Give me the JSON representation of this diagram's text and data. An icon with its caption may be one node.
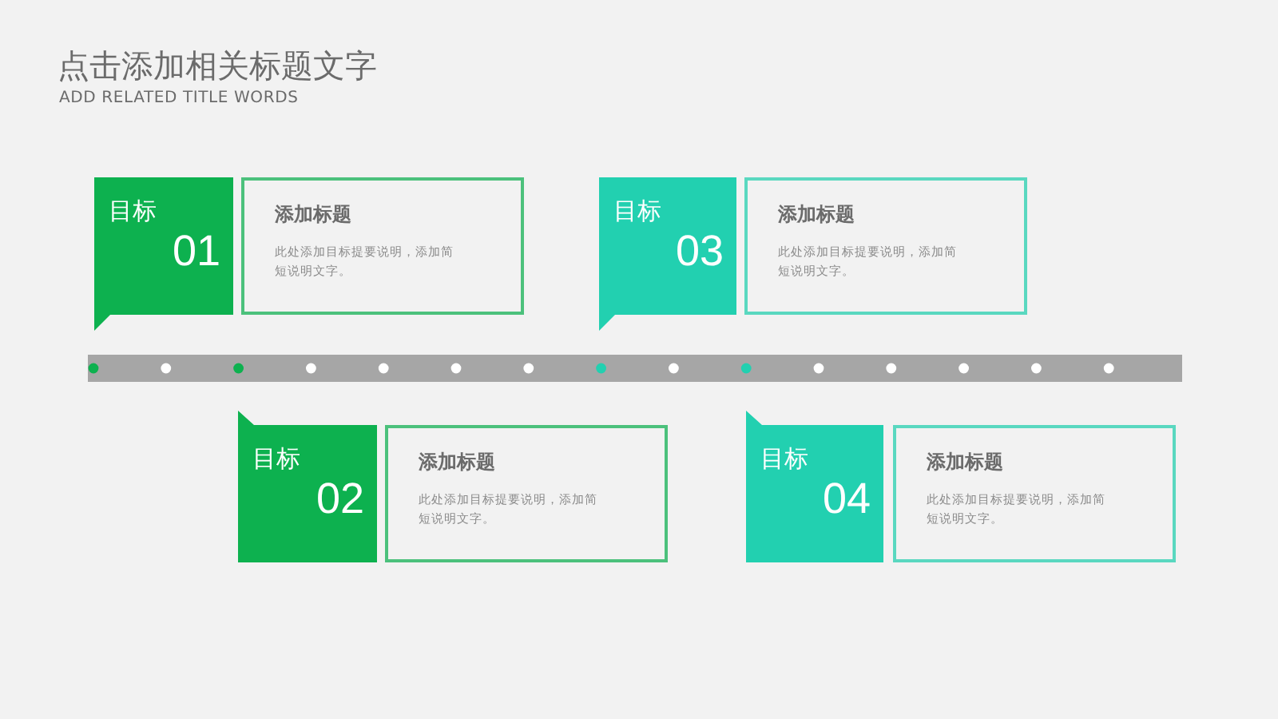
{
  "diagram": {
    "title": "点击添加相关标题文字",
    "nodes": [
      {
        "text": [
          "目标",
          "01"
        ]
      },
      {
        "text": [
          "添加标题",
          "此处添加目标提要说明，添加简短说明文字。"
        ]
      },
      {
        "text": [
          "目标",
          "02"
        ]
      },
      {
        "text": [
          "添加标题",
          "此处添加目标提要说明，添加简短说明文字。"
        ]
      },
      {
        "text": [
          "目标",
          "03"
        ]
      },
      {
        "text": [
          "添加标题",
          "此处添加目标提要说明，添加简短说明文字。"
        ]
      },
      {
        "text": [
          "目标",
          "04"
        ]
      },
      {
        "text": [
          "添加标题",
          "此处添加目标提要说明，添加简短说明文字。"
        ]
      }
    ],
    "labels": [
      "ADD RELATED TITLE WORDS"
    ]
  }
}
